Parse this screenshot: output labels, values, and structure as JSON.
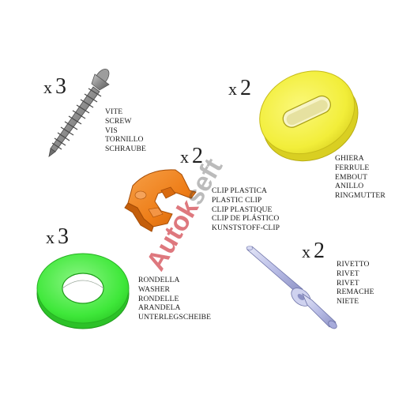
{
  "parts": {
    "screw": {
      "qty_prefix": "x",
      "qty": "3",
      "labels": [
        "VITE",
        "SCREW",
        "VIS",
        "TORNILLO",
        "SCHRAUBE"
      ]
    },
    "ferrule": {
      "qty_prefix": "x",
      "qty": "2",
      "labels": [
        "GHIERA",
        "FERRULE",
        "EMBOUT",
        "ANILLO",
        "RINGMUTTER"
      ]
    },
    "clip": {
      "qty_prefix": "x",
      "qty": "2",
      "labels": [
        "CLIP PLASTICA",
        "PLASTIC CLIP",
        "CLIP PLASTIQUE",
        "CLIP DE PLÁSTICO",
        "KUNSTSTOFF-CLIP"
      ]
    },
    "washer": {
      "qty_prefix": "x",
      "qty": "3",
      "labels": [
        "RONDELLA",
        "WASHER",
        "RONDELLE",
        "ARANDELA",
        "UNTERLEGSCHEIBE"
      ]
    },
    "rivet": {
      "qty_prefix": "x",
      "qty": "2",
      "labels": [
        "RIVETTO",
        "RIVET",
        "RIVET",
        "REMACHE",
        "NIETE"
      ]
    }
  },
  "watermark": {
    "part1": "Autok",
    "part2": "seft"
  },
  "colors": {
    "screw": "#8a8a8a",
    "ferrule": "#f2ee3a",
    "clip": "#ee7d17",
    "washer": "#3fe83a",
    "rivet": "#b9bde6"
  }
}
